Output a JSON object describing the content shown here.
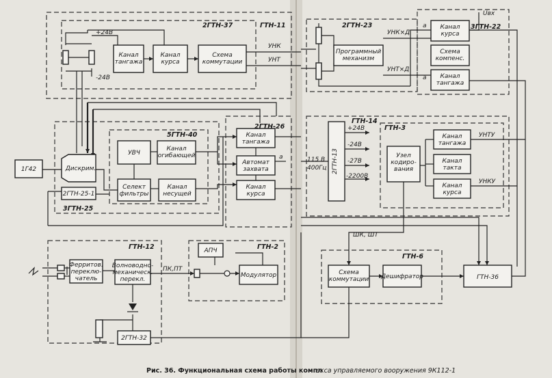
{
  "groups": {
    "gtn11": "ГТН-11",
    "gtn37": "2ГТН-37",
    "gtn23": "2ГТН-23",
    "gtn22": "3ГТН-22",
    "gtn25": "3ГТН-25",
    "gtn40": "5ГТН-40",
    "gtn26": "2ГТН-26",
    "gtn14": "ГТН-14",
    "gtn3": "ГТН-3",
    "gtn12": "ГТН-12",
    "gtn2": "ГТН-2",
    "gtn6": "ГТН-6"
  },
  "blocks": {
    "kanal_tangazha_top": [
      "Канал",
      "тангажа"
    ],
    "kanal_kursa_top": [
      "Канал",
      "курса"
    ],
    "skhema_kommutatsii_top": [
      "Схема",
      "коммутации"
    ],
    "programmny": [
      "Программный",
      "механизм"
    ],
    "kanal_kursa_r": [
      "Канал",
      "курса"
    ],
    "skhema_kompens": [
      "Схема",
      "компенс."
    ],
    "kanal_tangazha_r": [
      "Канал",
      "тангажа"
    ],
    "uvch": [
      "УВЧ"
    ],
    "kanal_ogib": [
      "Канал",
      "огибающей"
    ],
    "selekt": [
      "Селект",
      "фильтры"
    ],
    "kanal_nes": [
      "Канал",
      "несущей"
    ],
    "diskr": [
      "Дискрим."
    ],
    "gtn25_1": [
      "2ГТН-25-1"
    ],
    "g42": [
      "1Г42"
    ],
    "kanal_tangazha_m": [
      "Канал",
      "тангажа"
    ],
    "avtomat": [
      "Автомат",
      "захвата"
    ],
    "kanal_kursa_m": [
      "Канал",
      "курса"
    ],
    "gtn13": [
      "2ГТН-13"
    ],
    "uzel": [
      "Узел",
      "кодиро-",
      "вания"
    ],
    "kanal_tangazha_g3": [
      "Канал",
      "тангажа"
    ],
    "kanal_takta": [
      "Канал",
      "такта"
    ],
    "kanal_kursa_g3": [
      "Канал",
      "курса"
    ],
    "ferrit": [
      "Ферритов.",
      "переклю-",
      "чатель"
    ],
    "volnovod": [
      "Волноводно-",
      "механическ.",
      "перекл."
    ],
    "gtn32": [
      "2ГТН-32"
    ],
    "apch": [
      "АПЧ"
    ],
    "modulator": [
      "Модулятор"
    ],
    "skhema_kommutatsii_b": [
      "Схема",
      "коммутации"
    ],
    "deshifrator": [
      "Дешифратор"
    ],
    "gtn36": [
      "ГТН-36"
    ]
  },
  "labels": {
    "p24": "+24В",
    "m24": "-24В",
    "unk": "УНК",
    "unt": "УНТ",
    "unkd": "УНК×Д",
    "untd": "УНТ×Д",
    "ubx": "Uвх",
    "a_top": "а",
    "a_bot": "а",
    "a_avt": "а",
    "v115": "115 В",
    "hz400": "400Гц",
    "o_p24": "+24В",
    "o_m24": "-24В",
    "o_m27": "-27В",
    "o_m2200": "-2200В",
    "untu": "УНТУ",
    "unku": "УНКУ",
    "shk": "ШК, ШТ",
    "pk": "ПК,ПТ"
  },
  "caption": {
    "left": "Рис. 36. Функциональная схема работы компл",
    "right": "екса управляемого вооружения 9К112-1"
  }
}
